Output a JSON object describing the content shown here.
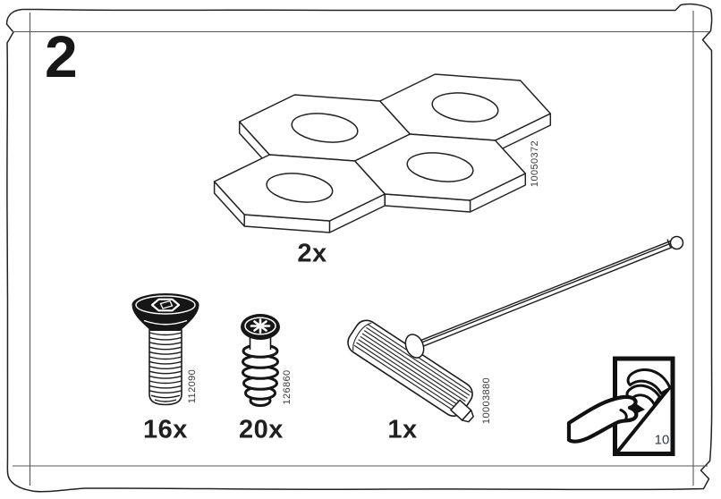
{
  "step": {
    "number": "2"
  },
  "parts": {
    "panel": {
      "article": "10050372",
      "qty": "2x"
    },
    "flat_head_screw": {
      "article": "112090",
      "qty": "16x"
    },
    "pan_head_screw": {
      "article": "126860",
      "qty": "20x"
    },
    "hex_key": {
      "article": "10003880",
      "qty": "1x"
    }
  },
  "page_turn": {
    "target_page": "10"
  },
  "icons": {
    "page_turn": "hand-turning-page-icon"
  },
  "colors": {
    "ink": "#1c1c1c",
    "frame_gray": "#565656",
    "fill_black": "#161616"
  }
}
